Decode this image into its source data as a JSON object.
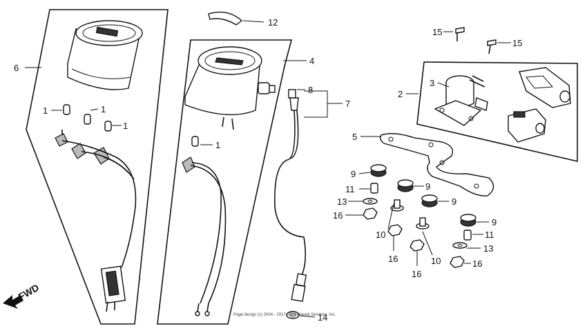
{
  "diagram": {
    "callouts": {
      "c1a": "1",
      "c1b": "1",
      "c1c": "1",
      "c1d": "1",
      "c2": "2",
      "c3": "3",
      "c4": "4",
      "c5": "5",
      "c6": "6",
      "c7": "7",
      "c8": "8",
      "c9a": "9",
      "c9b": "9",
      "c9c": "9",
      "c9d": "9",
      "c10a": "10",
      "c10b": "10",
      "c11a": "11",
      "c11b": "11",
      "c12": "12",
      "c13a": "13",
      "c13b": "13",
      "c14": "14",
      "c15a": "15",
      "c15b": "15",
      "c16a": "16",
      "c16b": "16",
      "c16c": "16",
      "c16d": "16"
    },
    "fwd_label": "FWD",
    "copyright": "Page design (c) 2004 - 2017 ARI Network Services, Inc."
  }
}
